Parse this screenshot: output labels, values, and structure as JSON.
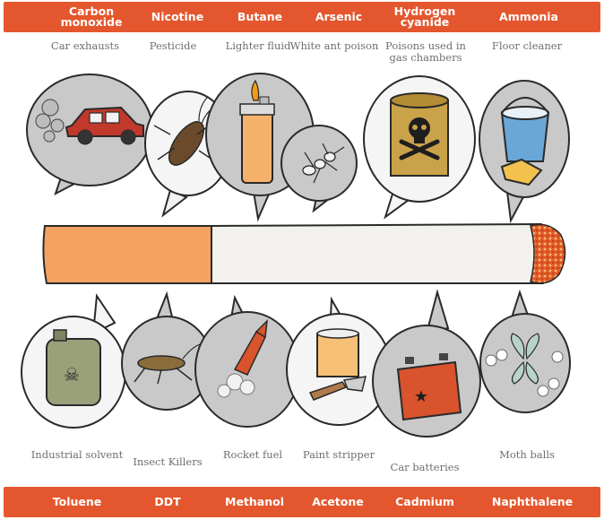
{
  "top_row": [
    {
      "chemical": "Carbon monoxide",
      "use": "Car exhausts",
      "icon": "car-icon"
    },
    {
      "chemical": "Nicotine",
      "use": "Pesticide",
      "icon": "cockroach-icon"
    },
    {
      "chemical": "Butane",
      "use": "Lighter fluid",
      "icon": "lighter-icon"
    },
    {
      "chemical": "Arsenic",
      "use": "White ant poison",
      "icon": "ant-icon"
    },
    {
      "chemical": "Hydrogen cyanide",
      "use": "Poisons used in gas chambers",
      "icon": "poison-canister-icon"
    },
    {
      "chemical": "Ammonia",
      "use": "Floor cleaner",
      "icon": "bucket-sponge-icon"
    }
  ],
  "bottom_row": [
    {
      "chemical": "Toluene",
      "use": "Industrial solvent",
      "icon": "solvent-can-icon"
    },
    {
      "chemical": "DDT",
      "use": "Insect Killers",
      "icon": "cricket-icon"
    },
    {
      "chemical": "Methanol",
      "use": "Rocket fuel",
      "icon": "rocket-icon"
    },
    {
      "chemical": "Acetone",
      "use": "Paint stripper",
      "icon": "paint-stripper-icon"
    },
    {
      "chemical": "Cadmium",
      "use": "Car batteries",
      "icon": "battery-icon"
    },
    {
      "chemical": "Naphthalene",
      "use": "Moth balls",
      "icon": "moth-balls-icon"
    }
  ],
  "colors": {
    "band": "#e4572e",
    "band_text": "#ffffff",
    "filter": "#f4a261",
    "paper": "#f3f1ee",
    "ash": "#e25b2a",
    "bubble_fill": "#c9c9c9",
    "bubble_stroke": "#2a2a2a",
    "use_text": "#6e6e6e"
  },
  "illustration": "cigarette-icon"
}
